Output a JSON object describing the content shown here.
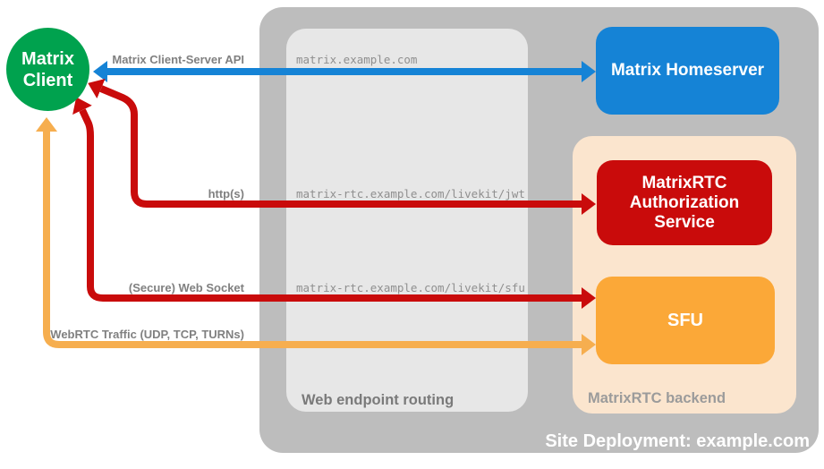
{
  "groups": {
    "site": {
      "label": "Site Deployment: example.com",
      "fill": "#bdbdbd"
    },
    "routing": {
      "label": "Web endpoint routing",
      "fill": "#e7e7e7"
    },
    "backend": {
      "label": "MatrixRTC backend",
      "fill": "#fbe5ce"
    }
  },
  "nodes": {
    "client": {
      "label": "Matrix Client",
      "fill": "#00a24e",
      "shape": "circle"
    },
    "homeserver": {
      "label": "Matrix Homeserver",
      "fill": "#1583d6",
      "shape": "rounded-rect"
    },
    "auth_service": {
      "label": "MatrixRTC Authorization Service",
      "fill": "#c90b0b",
      "shape": "rounded-rect"
    },
    "sfu": {
      "label": "SFU",
      "fill": "#fba838",
      "shape": "rounded-rect"
    }
  },
  "edges": {
    "client_server_api": {
      "label": "Matrix Client-Server API",
      "route": "matrix.example.com",
      "color": "#1583d6",
      "bidirectional": true
    },
    "http_jwt": {
      "label": "http(s)",
      "route": "matrix-rtc.example.com/livekit/jwt",
      "color": "#c90b0b",
      "bidirectional": true
    },
    "websocket_sfu": {
      "label": "(Secure) Web Socket",
      "route": "matrix-rtc.example.com/livekit/sfu",
      "color": "#c90b0b",
      "bidirectional": true
    },
    "webrtc_traffic": {
      "label": "WebRTC Traffic (UDP, TCP, TURNs)",
      "color": "#f6ae4f",
      "bidirectional": true
    }
  }
}
